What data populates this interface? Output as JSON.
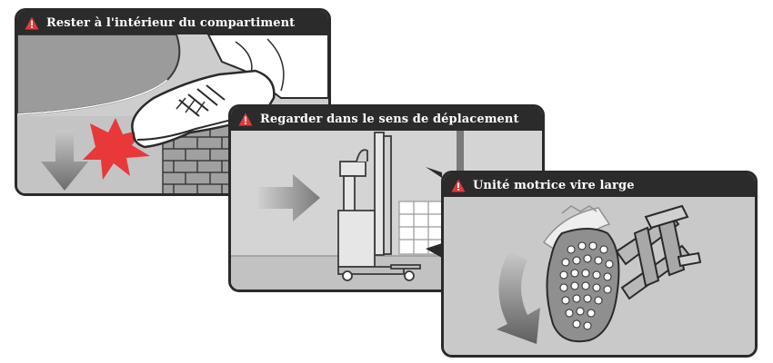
{
  "cards": [
    {
      "title": "Rester à l'intérieur du compartiment",
      "icon": "warning-triangle-icon"
    },
    {
      "title": "Regarder dans le sens de déplacement",
      "icon": "warning-triangle-icon"
    },
    {
      "title": "Unité motrice vire large",
      "icon": "warning-triangle-icon"
    }
  ],
  "colors": {
    "titlebar": "#2b2b2b",
    "warning": "#e03a3a",
    "panel": "#cfcfcf",
    "impact": "#e8383a"
  }
}
